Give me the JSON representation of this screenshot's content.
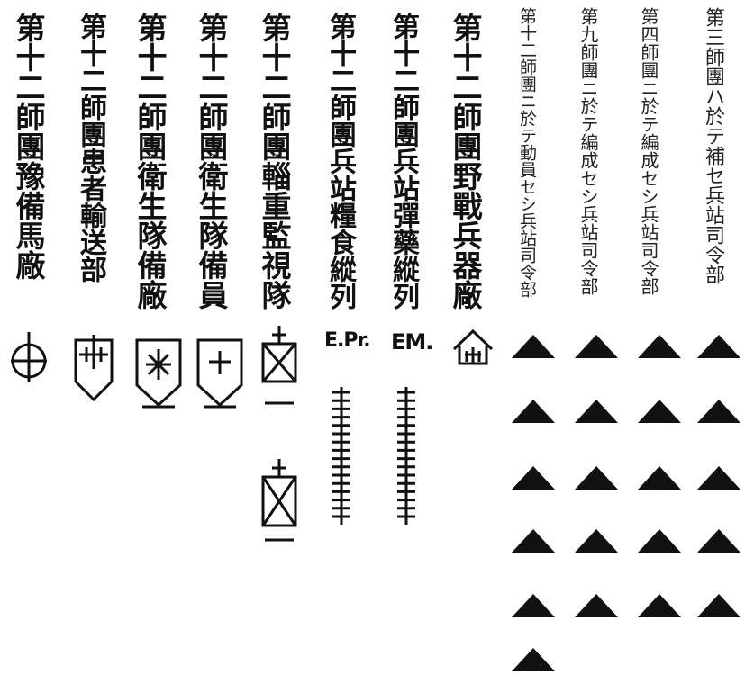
{
  "columns": [
    {
      "text": "第三師團ハ於テ補セ兵站司令部"
    },
    {
      "text": "第四師團ニ於テ編成セシ兵站司令部"
    },
    {
      "text": "第九師團ニ於テ編成セシ兵站司令部"
    },
    {
      "text": "第十二師團ニ於テ動員セシ兵站司令部"
    },
    {
      "text": "第十二師團野戰兵器廠"
    },
    {
      "text": "第十二師團兵站彈藥縱列"
    },
    {
      "text": "第十二師團兵站糧食縱列"
    },
    {
      "text": "第十二師團輜重監視隊"
    },
    {
      "text": "第十二師團衛生隊備員"
    },
    {
      "text": "第十二師團衛生隊備廠"
    },
    {
      "text": "第十二師團患者輸送部"
    },
    {
      "text": "第十二師團豫備馬廠"
    }
  ],
  "abbreviations": {
    "em": "EM.",
    "epr": "E.Pr."
  },
  "colors": {
    "ink": "#111111",
    "paper": "#ffffff"
  }
}
